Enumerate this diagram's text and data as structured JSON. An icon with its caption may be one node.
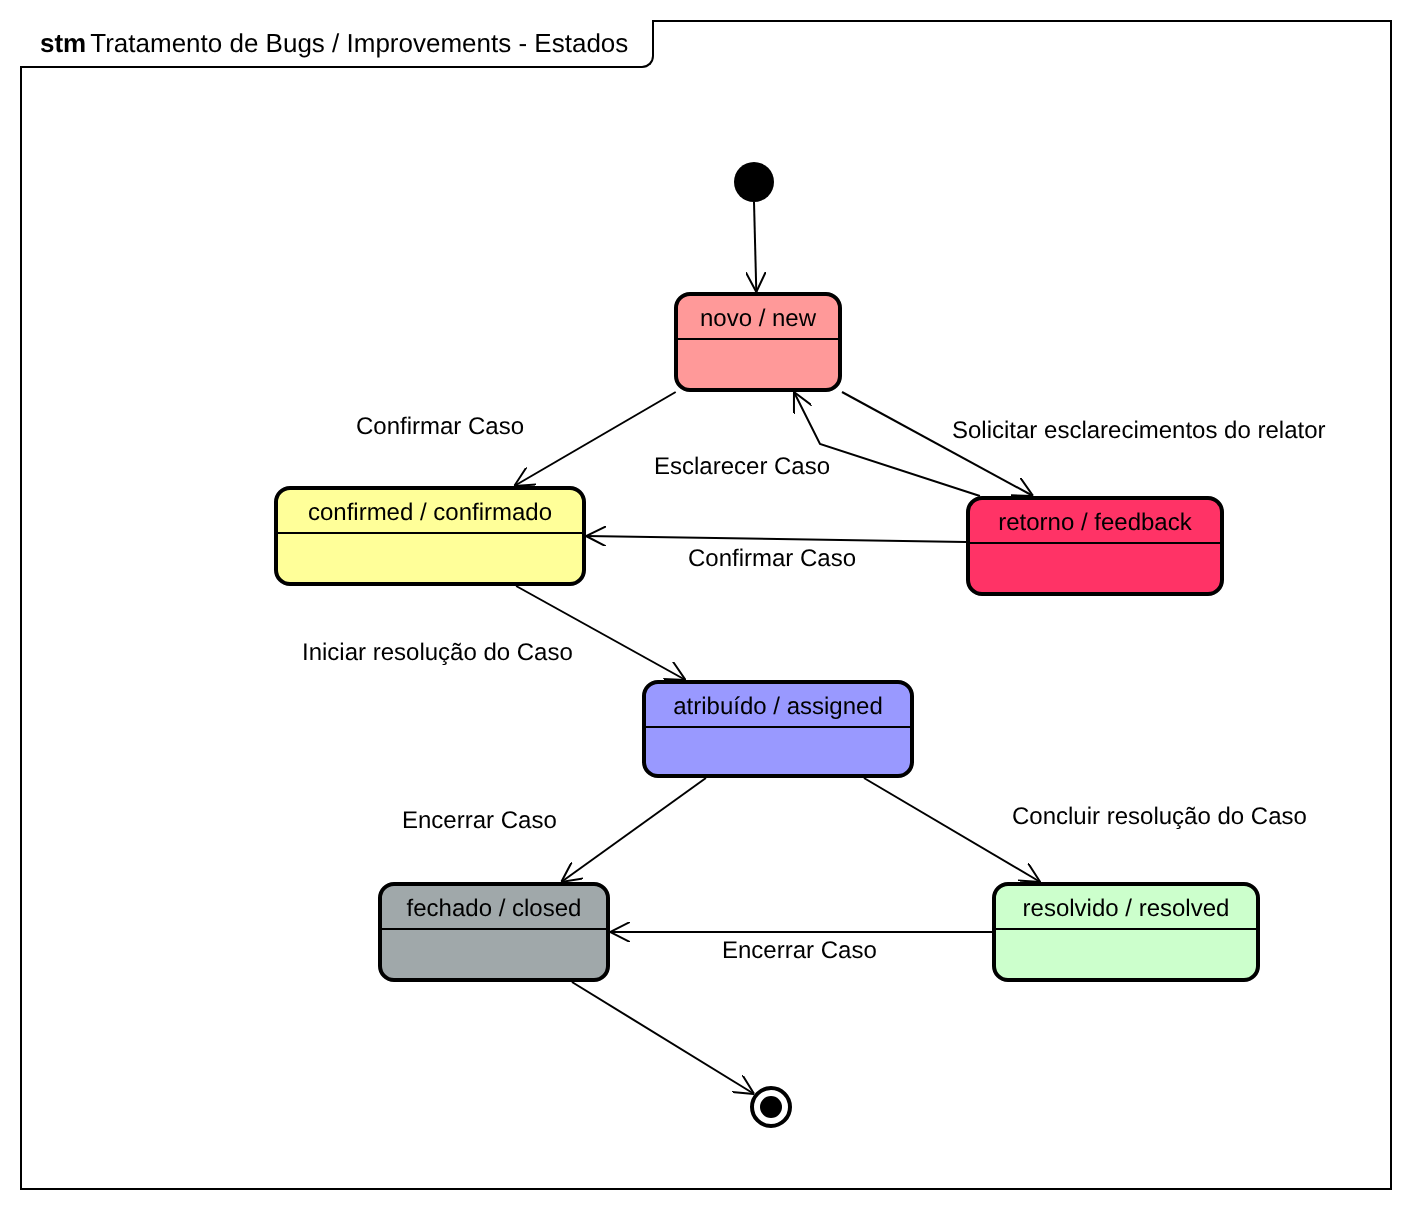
{
  "diagram": {
    "title": "Tratamento de Bugs / Improvements - Estados",
    "nodes": [
      {
        "text": [],
        "shape": "circle"
      },
      {
        "text": [
          "novo / new"
        ]
      },
      {
        "text": [
          "confirmed / confirmado"
        ]
      },
      {
        "text": [
          "retorno / feedback"
        ]
      },
      {
        "text": [
          "atribuído / assigned"
        ]
      },
      {
        "text": [
          "fechado / closed"
        ]
      },
      {
        "text": [
          "resolvido / resolved"
        ]
      },
      {
        "text": [],
        "shape": "circle"
      }
    ],
    "edges": [
      {
        "from": 0,
        "to": 1,
        "arrow": "to"
      },
      {
        "from": 1,
        "to": 2,
        "arrow": "to",
        "label": "Confirmar Caso"
      },
      {
        "from": 1,
        "to": 3,
        "arrow": "to",
        "label": "Solicitar esclarecimentos do relator"
      },
      {
        "from": 3,
        "to": 1,
        "arrow": "to",
        "label": "Esclarecer Caso"
      },
      {
        "from": 3,
        "to": 2,
        "arrow": "to",
        "label": "Confirmar Caso"
      },
      {
        "from": 2,
        "to": 4,
        "arrow": "to",
        "label": "Iniciar resolução do Caso"
      },
      {
        "from": 4,
        "to": 5,
        "arrow": "to",
        "label": "Encerrar Caso"
      },
      {
        "from": 4,
        "to": 6,
        "arrow": "to",
        "label": "Concluir resolução do Caso"
      },
      {
        "from": 6,
        "to": 5,
        "arrow": "to",
        "label": "Encerrar Caso"
      },
      {
        "from": 5,
        "to": 7,
        "arrow": "to"
      }
    ],
    "labels": [
      "stm"
    ]
  }
}
